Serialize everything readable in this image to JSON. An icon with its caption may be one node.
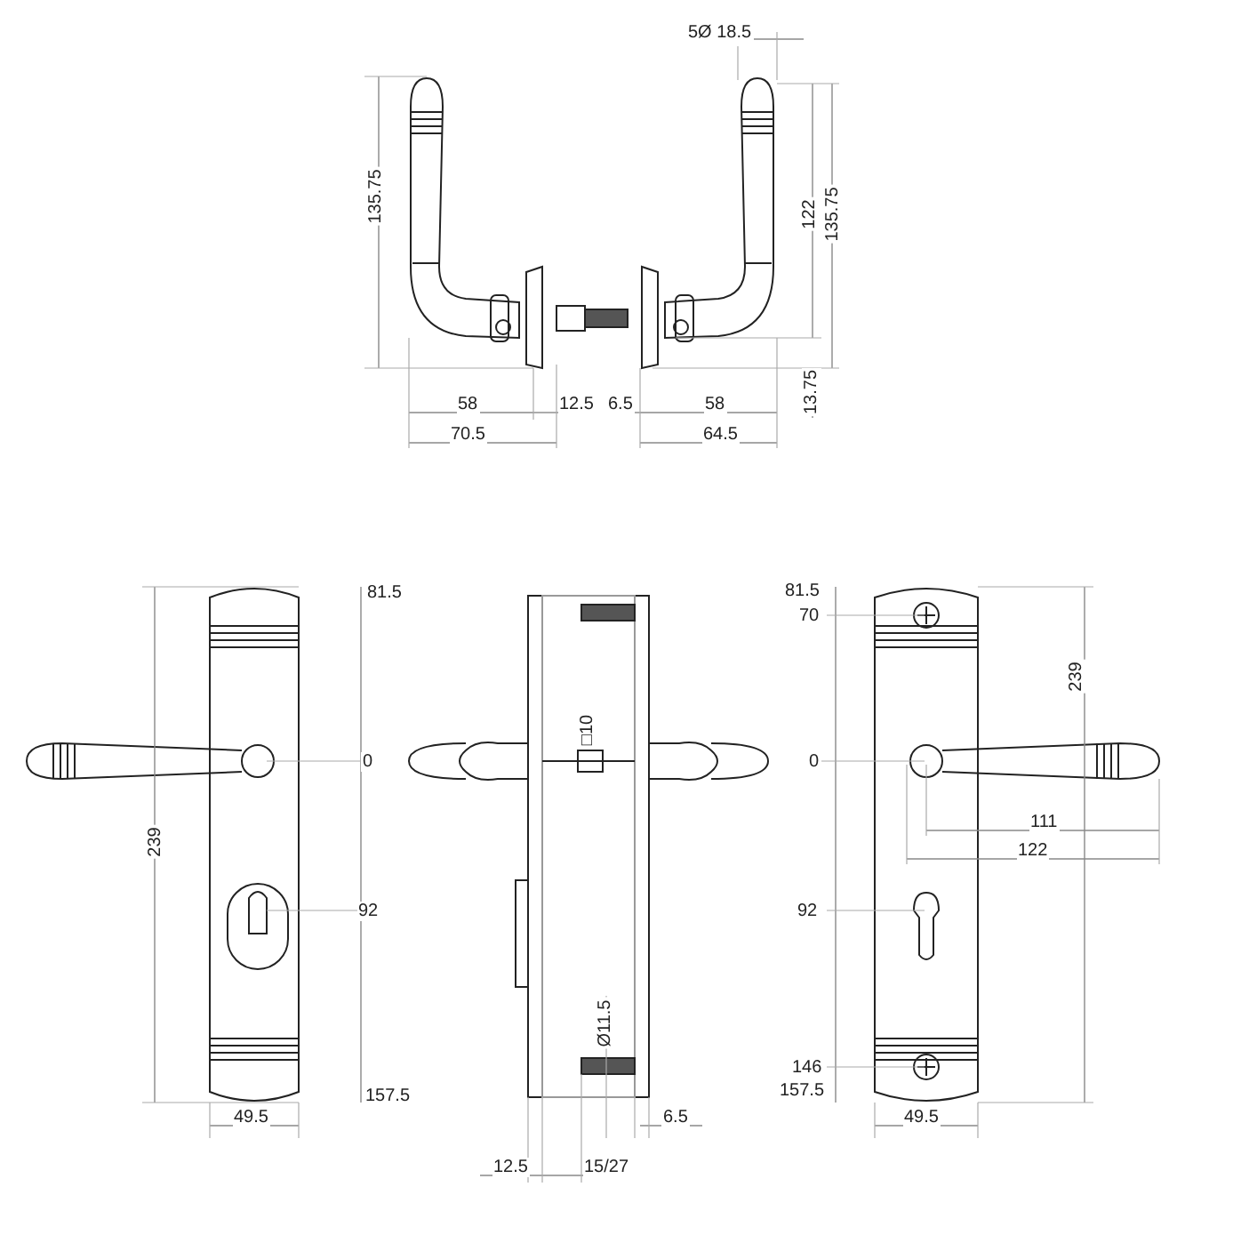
{
  "diagram": {
    "labels": [
      "5Ø 18.5",
      "135.75",
      "122",
      "135.75",
      "13.75",
      "58",
      "12.5",
      "6.5",
      "58",
      "70.5",
      "64.5",
      "81.5",
      "0",
      "239",
      "92",
      "157.5",
      "49.5",
      "□10",
      "Ø11.5",
      "6.5",
      "12.5",
      "15/27",
      "81.5",
      "70",
      "239",
      "0",
      "111",
      "122",
      "92",
      "146",
      "157.5",
      "49.5"
    ]
  }
}
